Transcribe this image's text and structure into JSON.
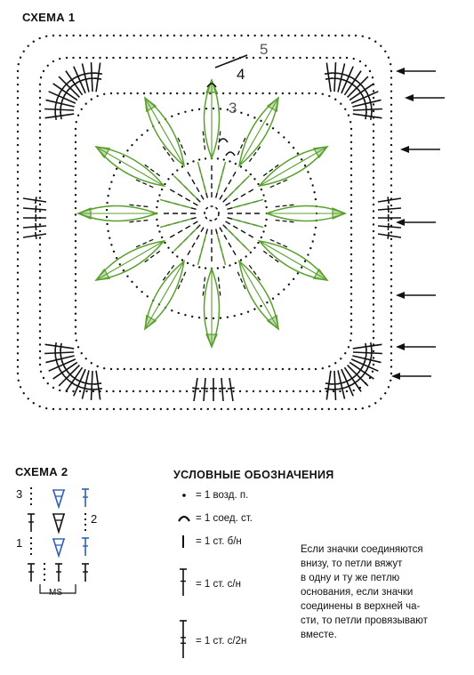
{
  "scheme1": {
    "title": "СХЕМА 1",
    "row_labels": [
      "3",
      "4",
      "5"
    ]
  },
  "scheme2": {
    "title": "СХЕМА 2",
    "row_labels": [
      "3",
      "2",
      "1"
    ],
    "ms_label": "MS"
  },
  "legend": {
    "title": "УСЛОВНЫЕ ОБОЗНАЧЕНИЯ",
    "items": [
      {
        "symbol": "chain-dot-icon",
        "label": "= 1 возд. п."
      },
      {
        "symbol": "slip-stitch-icon",
        "label": "= 1 соед. ст."
      },
      {
        "symbol": "single-crochet-icon",
        "label": "= 1 ст. б/н"
      },
      {
        "symbol": "double-crochet-icon",
        "label": "= 1 ст. с/н"
      },
      {
        "symbol": "treble-crochet-icon",
        "label": "= 1 ст. с/2н"
      }
    ],
    "note_lines": [
      "Если значки соединяются",
      "внизу, то петли вяжут",
      "в одну и ту же петлю",
      "основания, если значки",
      "соединены в верхней ча-",
      "сти, то петли провязывают",
      "вместе."
    ]
  },
  "colors": {
    "black": "#111111",
    "green": "#5aa02c",
    "blue": "#2b5fb3"
  }
}
